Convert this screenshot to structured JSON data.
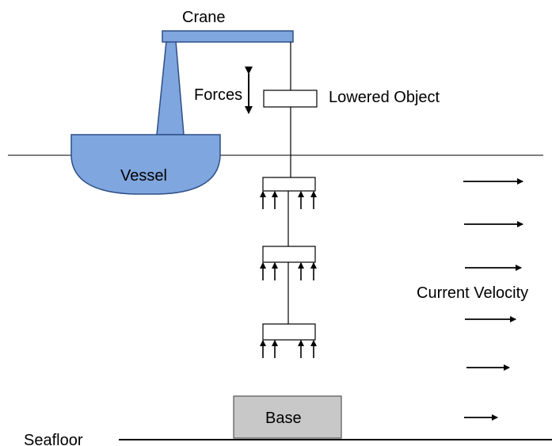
{
  "labels": {
    "crane": "Crane",
    "forces": "Forces",
    "lowered_object": "Lowered Object",
    "vessel": "Vessel",
    "current_velocity": "Current Velocity",
    "base": "Base",
    "seafloor": "Seafloor"
  },
  "colors": {
    "vessel_fill": "#7fa6de",
    "vessel_stroke": "#2e4e86",
    "base_fill": "#c8c8c8",
    "line": "#000000"
  }
}
